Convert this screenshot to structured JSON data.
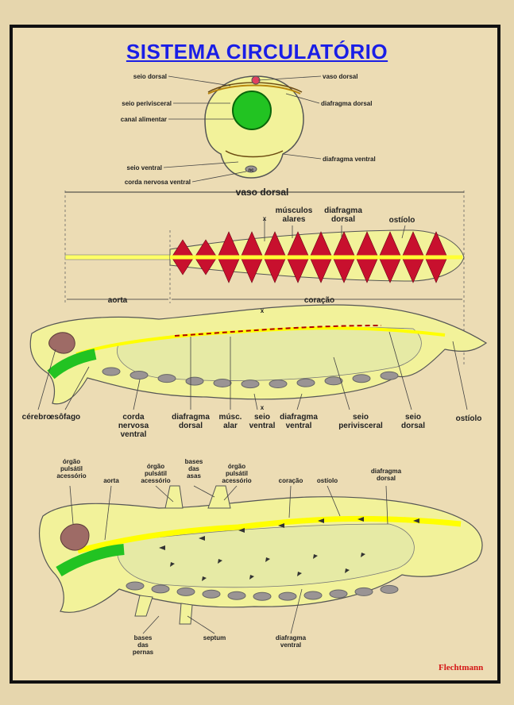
{
  "title": "SISTEMA CIRCULATÓRIO",
  "signature": "Flechtmann",
  "cross_section": {
    "labels_left": [
      "seio dorsal",
      "seio perivisceral",
      "canal alimentar",
      "seio ventral",
      "corda nervosa ventral"
    ],
    "labels_right": [
      "vaso dorsal",
      "diafragma dorsal",
      "diafragma ventral"
    ],
    "nerve_abbrev": "nc"
  },
  "vessel": {
    "title": "vaso dorsal",
    "labels": {
      "musc": "músculos\nalares",
      "diafragma": "diafragma\ndorsal",
      "ostiolo": "ostíolo",
      "aorta": "aorta",
      "coracao": "coração",
      "x": "x"
    }
  },
  "lateral": {
    "labels": [
      "cérebro",
      "esôfago",
      "corda\nnervosa\nventral",
      "diafragma\ndorsal",
      "músc.\nalar",
      "seio\nventral",
      "diafragma\nventral",
      "seio\nperivisceral",
      "seio\ndorsal",
      "ostíolo"
    ],
    "x": "x"
  },
  "flow": {
    "top_labels": [
      "órgão\npulsátil\nacessório",
      "aorta",
      "órgão\npulsátil\nacessório",
      "bases\ndas\nasas",
      "órgão\npulsátil\nacessório",
      "coração",
      "ostíolo",
      "diafragma\ndorsal"
    ],
    "bottom_labels": [
      "bases\ndas\npernas",
      "septum",
      "diafragma\nventral"
    ]
  },
  "colors": {
    "title": "#1a1ee6",
    "body": "#f2f29a",
    "muscle": "#c8102e",
    "heart": "#ffff4d",
    "gut": "#22c322",
    "brain": "#9e6b66",
    "nerve": "#9a9494",
    "signature": "#d41616"
  }
}
